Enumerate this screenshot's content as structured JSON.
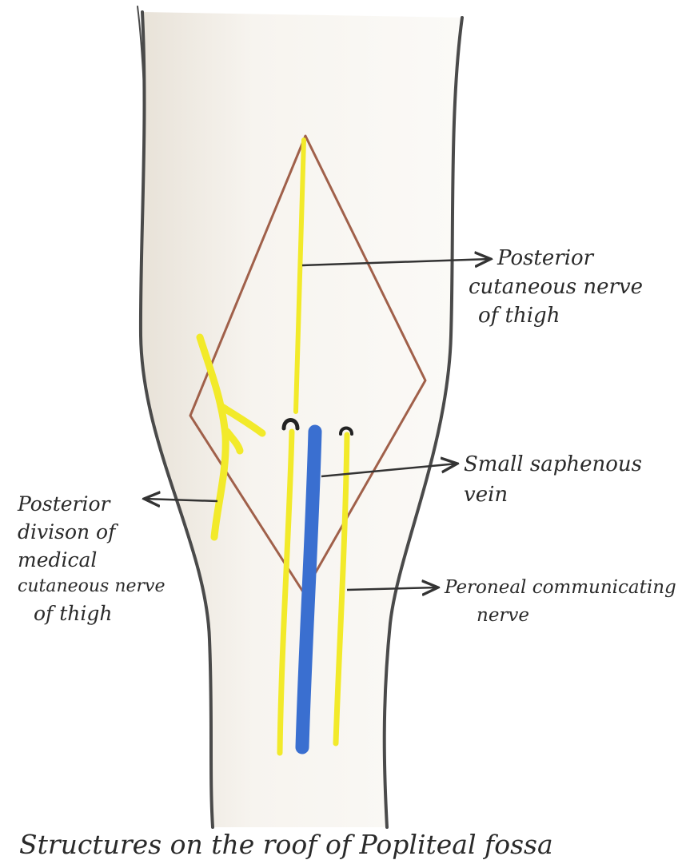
{
  "title": "Structures on the roof of Popliteal fossa",
  "labels": {
    "posterior_cutaneous_nerve": [
      "Posterior",
      "cutaneous nerve",
      "of thigh"
    ],
    "small_saphenous_vein": [
      "Small saphenous",
      "vein"
    ],
    "posterior_division": [
      "Posterior",
      "divison of",
      "medical",
      "cutaneous nerve",
      "of thigh"
    ],
    "peroneal_communicating": [
      "Peroneal communicating",
      "nerve"
    ]
  },
  "colors": {
    "outline": "#4a4a4a",
    "fossa_border": "#a0604a",
    "nerve": "#f2ea2a",
    "vein": "#3a6fd0",
    "pointer": "#333333",
    "skin_shade": "#ece6dc"
  }
}
